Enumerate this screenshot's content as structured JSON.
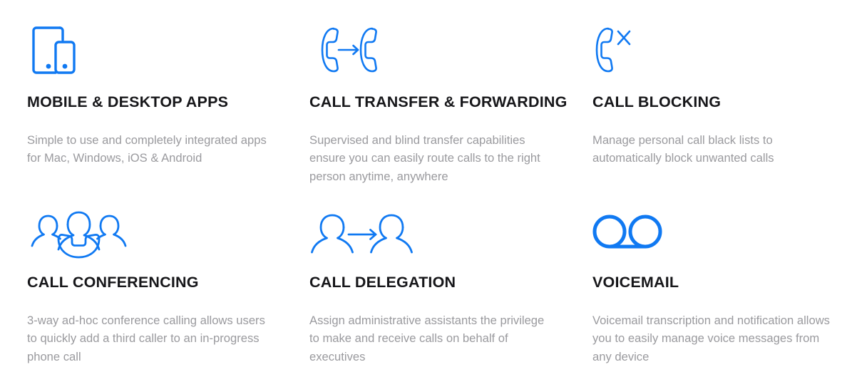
{
  "theme": {
    "accent_blue": "#1079f2",
    "title_color": "#17171a",
    "body_color": "#9a9a9e",
    "background": "#ffffff"
  },
  "features": [
    {
      "icon": "mobile-desktop-devices-icon",
      "title": "MOBILE & DESKTOP APPS",
      "body": "Simple to use and completely integrated apps for Mac, Windows, iOS & Android"
    },
    {
      "icon": "call-transfer-handsets-arrow-icon",
      "title": "CALL TRANSFER & FORWARDING",
      "body": "Supervised and blind transfer capabilities ensure you can easily route calls to the right person anytime, anywhere"
    },
    {
      "icon": "call-blocking-handset-x-icon",
      "title": "CALL BLOCKING",
      "body": "Manage personal call black lists to automatically block unwanted calls"
    },
    {
      "icon": "call-conferencing-three-people-handset-icon",
      "title": "CALL CONFERENCING",
      "body": "3-way ad-hoc conference calling allows users to quickly add a third caller to an in-progress phone call"
    },
    {
      "icon": "call-delegation-two-people-arrow-icon",
      "title": "CALL DELEGATION",
      "body": "Assign administrative assistants the privilege to make and receive calls on behalf of executives"
    },
    {
      "icon": "voicemail-two-circles-icon",
      "title": "VOICEMAIL",
      "body": "Voicemail transcription and notification allows you to easily manage voice messages from any device"
    }
  ]
}
